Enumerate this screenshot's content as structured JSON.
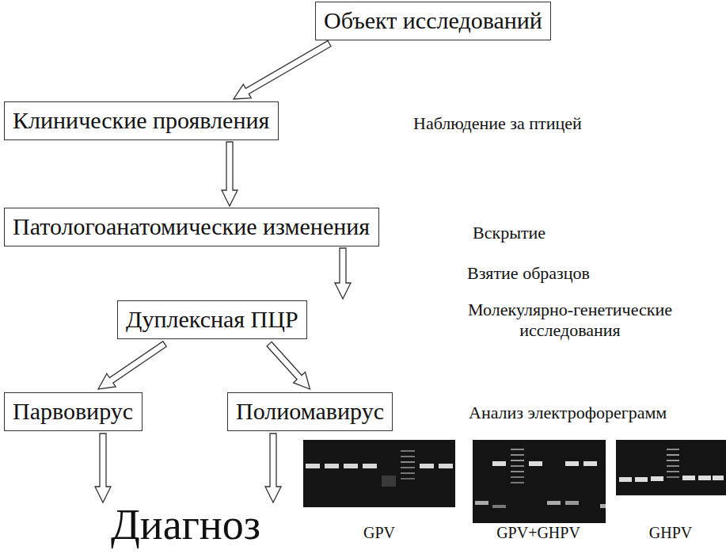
{
  "diagram": {
    "nodes": [
      {
        "text": [
          "Объект исследований"
        ]
      },
      {
        "text": [
          "Клинические проявления"
        ]
      },
      {
        "text": [
          "Патологоанатомические изменения"
        ]
      },
      {
        "text": [
          "Дуплексная ПЦР"
        ]
      },
      {
        "text": [
          "Парвовирус"
        ]
      },
      {
        "text": [
          "Полиомавирус"
        ]
      },
      {
        "text": [
          "Диагноз"
        ]
      }
    ],
    "edges": [
      {
        "from": 0,
        "to": 1,
        "arrow": "to"
      },
      {
        "from": 1,
        "to": 2,
        "arrow": "to"
      },
      {
        "from": 2,
        "to": 3,
        "arrow": "to"
      },
      {
        "from": 3,
        "to": 4,
        "arrow": "to"
      },
      {
        "from": 3,
        "to": 5,
        "arrow": "to"
      },
      {
        "from": 4,
        "to": 6,
        "arrow": "to"
      },
      {
        "from": 5,
        "to": 6,
        "arrow": "to"
      }
    ],
    "labels": [
      "Наблюдение за птицей",
      "Вскрытие",
      "Взятие образцов",
      "Молекулярно-генетические исследования",
      "Анализ электрофореграмм",
      "GPV",
      "GPV+GHPV",
      "GHPV"
    ]
  }
}
